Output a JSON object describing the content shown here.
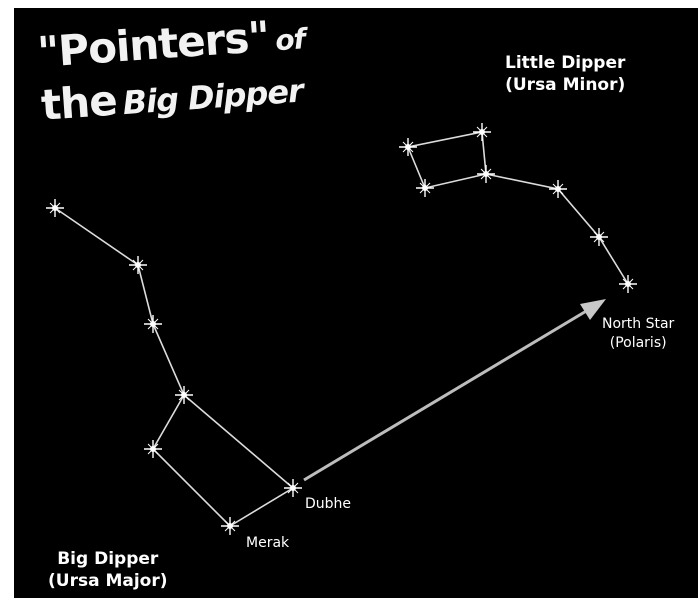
{
  "title": {
    "line1_main": "\"Pointers\"",
    "line1_of": "of",
    "line2_the": "the",
    "line2_rest": "Big Dipper"
  },
  "little_dipper": {
    "name": "Little Dipper",
    "latin": "(Ursa Minor)"
  },
  "big_dipper": {
    "name": "Big Dipper",
    "latin": "(Ursa Major)"
  },
  "stars": {
    "north_star": "North Star",
    "north_star_alt": "(Polaris)",
    "dubhe": "Dubhe",
    "merak": "Merak"
  },
  "colors": {
    "sky": "#000000",
    "line": "#dcdcdc",
    "arrow": "#bdbdbd",
    "text": "#ffffff"
  }
}
